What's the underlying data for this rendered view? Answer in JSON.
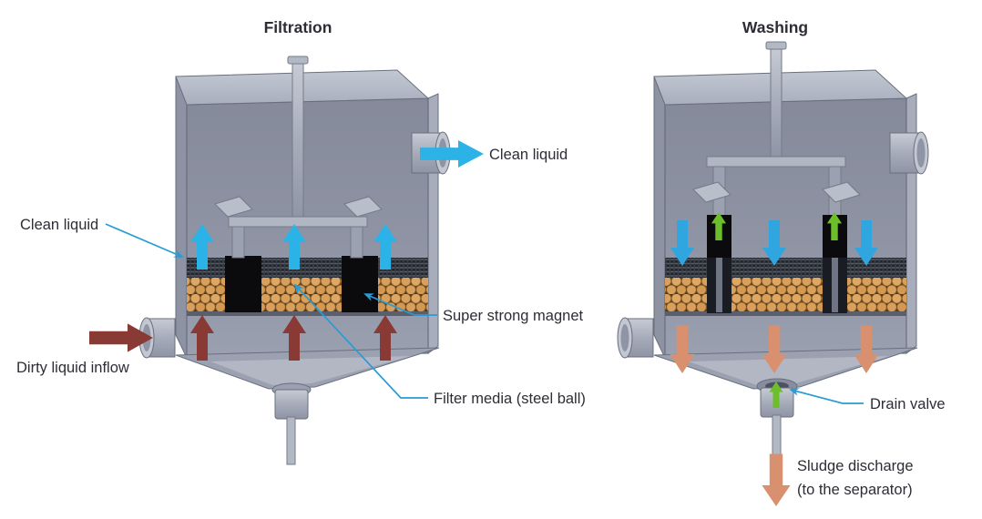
{
  "diagram": {
    "filtration": {
      "title": "Filtration",
      "labels": {
        "clean_liquid_internal": "Clean liquid",
        "clean_liquid_outlet": "Clean liquid",
        "dirty_liquid_inflow": "Dirty liquid inflow",
        "super_strong_magnet": "Super strong magnet",
        "filter_media": "Filter media (steel ball)"
      }
    },
    "washing": {
      "title": "Washing",
      "labels": {
        "drain_valve": "Drain valve",
        "sludge_discharge_line1": "Sludge discharge",
        "sludge_discharge_line2": "(to the separator)"
      }
    }
  },
  "colors": {
    "arrow-cyan": "#2bb2e6",
    "arrow-blue": "#2fa6e0",
    "arrow-darkred": "#8a3a34",
    "arrow-salmon": "#d9906e",
    "arrow-green": "#6cbe2b",
    "leader-blue": "#2a9bd6",
    "magnet-black": "#0b0b0d",
    "steel-ball": "#d9a05c",
    "tank-light": "#b6bcc8",
    "tank-mid": "#9aa0b0",
    "tank-interior": "#8a8f9f",
    "text-dark": "#2d2d35"
  }
}
